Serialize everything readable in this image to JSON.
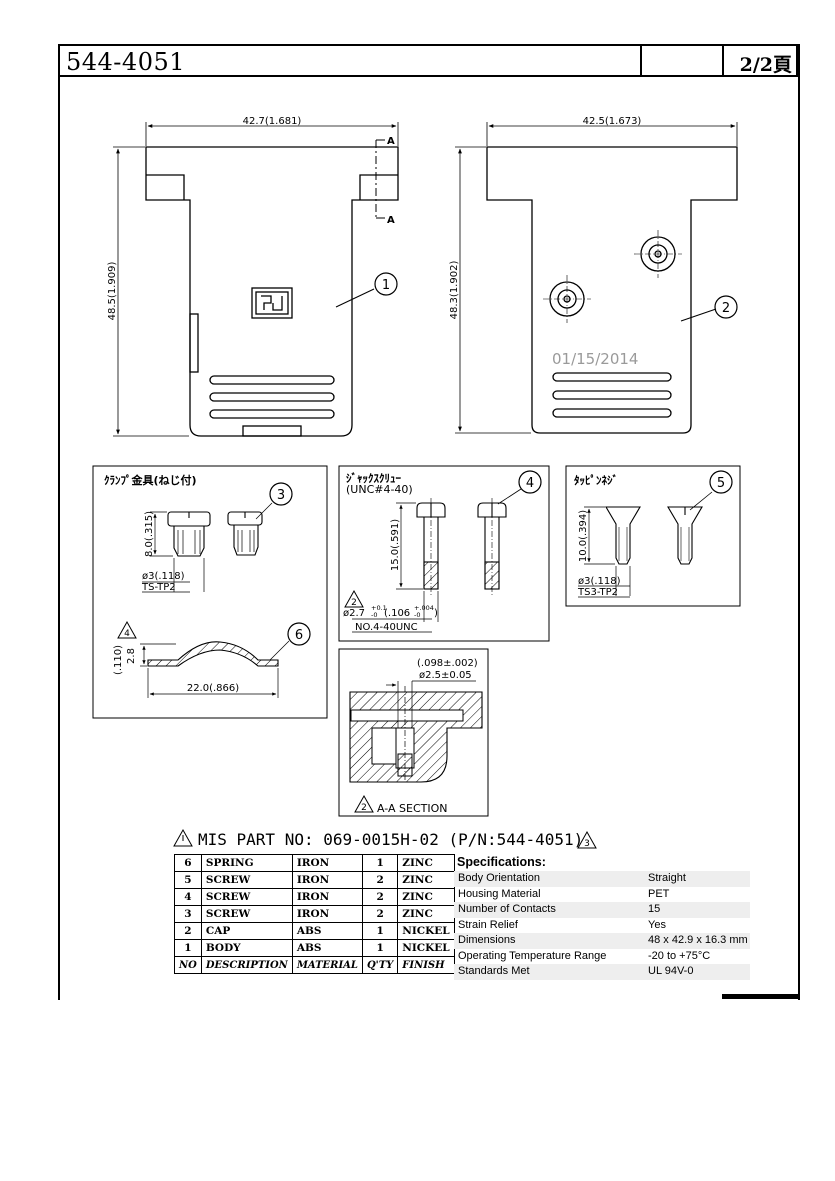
{
  "header": {
    "part_number": "544-4051",
    "page": "2/2頁"
  },
  "drawing": {
    "width_body": "42.7(1.681)",
    "height_body": "48.5(1.909)",
    "width_cap": "42.5(1.673)",
    "height_cap": "48.3(1.902)",
    "section_mark": "A",
    "date_stamp": "01/15/2014",
    "balloons": [
      "1",
      "2",
      "3",
      "4",
      "5",
      "6"
    ],
    "delta": [
      "2",
      "3",
      "4"
    ]
  },
  "detail_clamp": {
    "title": "ｸﾗﾝﾌﾟ金具(ねじ付)",
    "height": "8.0(.315)",
    "dia": "ø3(.118)",
    "thread": "TS-TP2",
    "spring_h1": "(.110)",
    "spring_h2": "2.8",
    "spring_len": "22.0(.866)"
  },
  "detail_jackscrew": {
    "title_1": "ｼﾞｬｯｸｽｸﾘｭｰ",
    "title_2": "(UNC#4-40)",
    "height": "15.0(.591)",
    "dia": "ø2.7",
    "tol_top": "+0.1",
    "tol_bot": "-0",
    "dia_inch": "(.106",
    "tol_inch_top": "+.004",
    "tol_inch_bot": "-0",
    "dia_inch_end": ")",
    "thread": "NO.4-40UNC"
  },
  "detail_tapping": {
    "title": "ﾀｯﾋﾟﾝﾈｼﾞ",
    "height": "10.0(.394)",
    "dia": "ø3(.118)",
    "thread": "TS3-TP2"
  },
  "detail_section": {
    "dim_inch": "(.098±.002)",
    "dim_mm": "ø2.5±0.05",
    "label": "A-A SECTION"
  },
  "mis_line": "MIS PART NO: 069-0015H-02 (P/N:544-4051)",
  "bom": {
    "rows": [
      {
        "no": "6",
        "desc": "SPRING",
        "mat": "IRON",
        "qty": "1",
        "finish": "ZINC"
      },
      {
        "no": "5",
        "desc": "SCREW",
        "mat": "IRON",
        "qty": "2",
        "finish": "ZINC"
      },
      {
        "no": "4",
        "desc": "SCREW",
        "mat": "IRON",
        "qty": "2",
        "finish": "ZINC"
      },
      {
        "no": "3",
        "desc": "SCREW",
        "mat": "IRON",
        "qty": "2",
        "finish": "ZINC"
      },
      {
        "no": "2",
        "desc": "CAP",
        "mat": "ABS",
        "qty": "1",
        "finish": "NICKEL"
      },
      {
        "no": "1",
        "desc": "BODY",
        "mat": "ABS",
        "qty": "1",
        "finish": "NICKEL"
      }
    ],
    "header": {
      "no": "NO",
      "desc": "DESCRIPTION",
      "mat": "MATERIAL",
      "qty": "Q'TY",
      "finish": "FINISH"
    }
  },
  "specs": {
    "title": "Specifications:",
    "rows": [
      {
        "k": "Body Orientation",
        "v": "Straight"
      },
      {
        "k": "Housing Material",
        "v": "PET"
      },
      {
        "k": "Number of Contacts",
        "v": "15"
      },
      {
        "k": "Strain Relief",
        "v": "Yes"
      },
      {
        "k": "Dimensions",
        "v": "48 x 42.9 x 16.3 mm"
      },
      {
        "k": "Operating Temperature Range",
        "v": "-20 to +75°C"
      },
      {
        "k": "Standards Met",
        "v": "UL 94V-0"
      }
    ]
  }
}
